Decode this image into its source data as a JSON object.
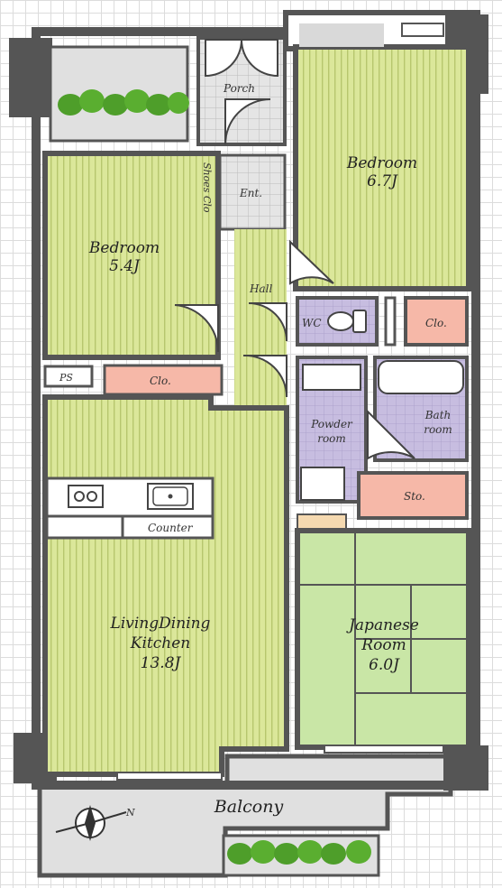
{
  "rooms": {
    "bedroom_1": {
      "name": "Bedroom",
      "size": "5.4J"
    },
    "bedroom_2": {
      "name": "Bedroom",
      "size": "6.7J"
    },
    "ldk": {
      "name_line1": "LivingDining",
      "name_line2": "Kitchen",
      "size": "13.8J"
    },
    "japanese": {
      "name_line1": "Japanese",
      "name_line2": "Room",
      "size": "6.0J"
    }
  },
  "labels": {
    "porch": "Porch",
    "entrance": "Ent.",
    "shoes_closet": "Shoes Clo",
    "hall": "Hall",
    "wc": "WC",
    "closet": "Clo.",
    "ps": "PS",
    "powder_room_line1": "Powder",
    "powder_room_line2": "room",
    "bath_room_line1": "Bath",
    "bath_room_line2": "room",
    "storage": "Sto.",
    "counter": "Counter",
    "balcony": "Balcony",
    "north": "N"
  },
  "colors": {
    "wall": "#555555",
    "room_floor": "#dbe79a",
    "floor_stripe": "#b7c66e",
    "tatami": "#c9e6a6",
    "closet": "#f6b8a8",
    "wet_area": "#c7bde0",
    "entrance_tile": "#e5e5e5",
    "balcony": "#e0e0e0"
  }
}
